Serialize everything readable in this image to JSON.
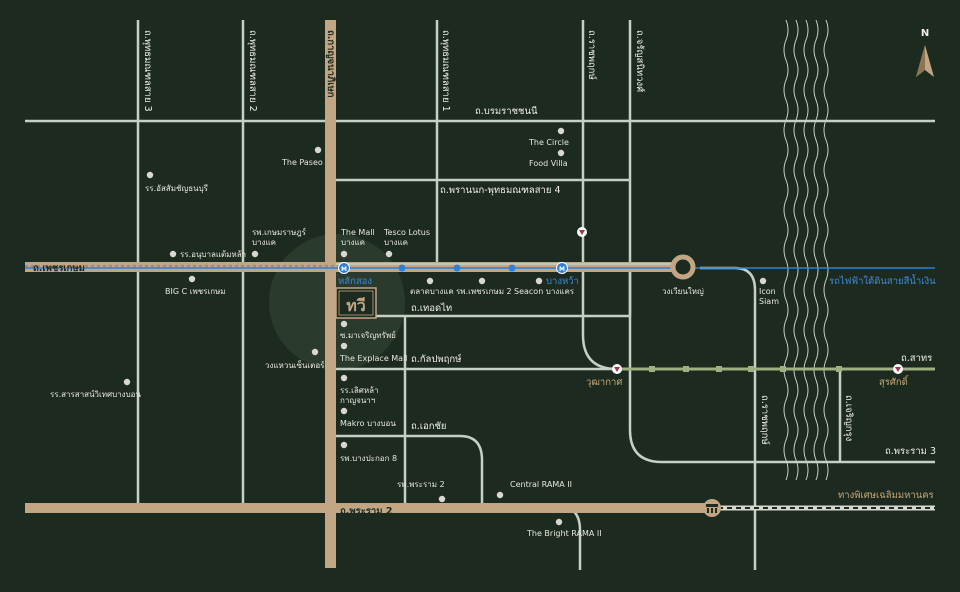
{
  "north_label": "N",
  "roads": {
    "borommaratchachonnani": "ถ.บรมราชชนนี",
    "phran_nok_phutthamonthon4": "ถ.พรานนก-พุทธมณฑลสาย 4",
    "phetkasem": "ถ.เพชรเกษม",
    "thoet_thai": "ถ.เทอดไท",
    "kanlapaphruek": "ถ.กัลปพฤกษ์",
    "ekkachai": "ถ.เอกชัย",
    "rama2": "ถ.พระราม 2",
    "rama3": "ถ.พระราม 3",
    "sathon": "ถ.สาทร",
    "phutthamonthon3": "ถ.พุทธมณฑลสาย 3",
    "phutthamonthon2": "ถ.พุทธมณฑลสาย 2",
    "kanchanaphisek": "ถ.กาญจนาภิเษก",
    "phutthamonthon1": "ถ.พุทธมณฑลสาย 1",
    "ratchaphruek": "ถ.ราชพฤกษ์",
    "charan_sanitwong": "ถ.จรัญสนิทวงศ์",
    "rama3_vertical": "ถ.ราชพฤกษ์",
    "charoen_krung": "ถ.เจริญกรุง"
  },
  "transit": {
    "blue_line": "รถไฟฟ้าใต้ดินสายสีน้ำเงิน",
    "expressway": "ทางพิเศษเฉลิมมหานคร",
    "lak_song": "หลักสอง",
    "bang_wa": "บางหว้า",
    "wutthakat": "วุฒากาศ",
    "surasak": "สุรศักดิ์",
    "wongwian_yai": "วงเวียนใหญ่"
  },
  "project": {
    "logo_text": "ทวี"
  },
  "places": [
    {
      "id": "the-circle",
      "label": "The Circle"
    },
    {
      "id": "food-villa",
      "label": "Food Villa"
    },
    {
      "id": "the-paseo",
      "label": "The Paseo"
    },
    {
      "id": "assumption",
      "label": "รร.อัสสัมชัญธนบุรี"
    },
    {
      "id": "kasemrad",
      "label": "รพ.เกษมราษฎร์",
      "label2": "บางแค"
    },
    {
      "id": "the-mall",
      "label": "The Mall",
      "label2": "บางแค"
    },
    {
      "id": "tesco",
      "label": "Tesco Lotus",
      "label2": "บางแค"
    },
    {
      "id": "anubal",
      "label": "รร.อนุบาลแต้มหล้า"
    },
    {
      "id": "bigc",
      "label": "BIG C เพชรเกษม"
    },
    {
      "id": "talat-bangkhae",
      "label": "ตลาดบางแค"
    },
    {
      "id": "phetkasem2",
      "label": "รพ.เพชรเกษม 2"
    },
    {
      "id": "seacon",
      "label": "Seacon บางแคร"
    },
    {
      "id": "icon-siam",
      "label": "Icon",
      "label2": "Siam"
    },
    {
      "id": "charoensap",
      "label": "ซ.มาเจริญทรัพย์"
    },
    {
      "id": "explace",
      "label": "The Explace Mall"
    },
    {
      "id": "wongwaen",
      "label": "วงแหวนเซ็นเตอร์"
    },
    {
      "id": "sarasas",
      "label": "รร.สารสาสน์วิเทศบางบอน"
    },
    {
      "id": "school-kanchana",
      "label": "รร.เลิศหล้า",
      "label2": "กาญจนาฯ"
    },
    {
      "id": "makro",
      "label": "Makro บางบอน"
    },
    {
      "id": "bangprakok8",
      "label": "รพ.บางปะกอก 8"
    },
    {
      "id": "phraram2-hospital",
      "label": "รพ.พระราม 2"
    },
    {
      "id": "central-rama2",
      "label": "Central RAMA II"
    },
    {
      "id": "bright-rama2",
      "label": "The Bright RAMA II"
    }
  ],
  "colors": {
    "background": "#1d2a20",
    "major_road": "#c2a684",
    "minor_road": "#c6cfc4",
    "blue_line": "#2e7fd6",
    "gold_text": "#c8a877",
    "green_line": "#9fb083"
  }
}
